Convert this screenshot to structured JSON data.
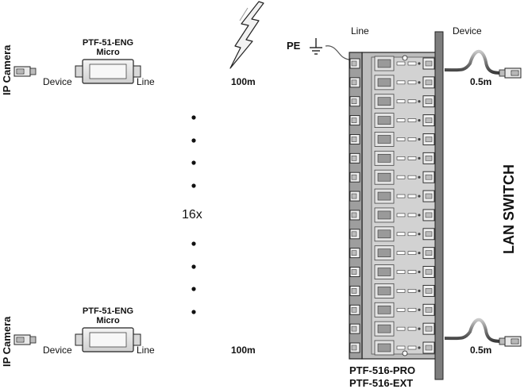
{
  "cameras": [
    {
      "label": "IP Camera",
      "device_label": "Device",
      "line_label": "Line",
      "converter_title": "PTF-51-ENG",
      "converter_subtitle": "Micro",
      "distance": "100m"
    },
    {
      "label": "IP Camera",
      "device_label": "Device",
      "line_label": "Line",
      "converter_title": "PTF-51-ENG",
      "converter_subtitle": "Micro",
      "distance": "100m"
    }
  ],
  "multiplier": "16x",
  "pe_label": "PE",
  "panel": {
    "line_label": "Line",
    "device_label": "Device",
    "model_1": "PTF-516-PRO",
    "model_2": "PTF-516-EXT"
  },
  "patch": {
    "top_length": "0.5m",
    "bottom_length": "0.5m"
  },
  "switch_label": "LAN SWITCH",
  "icons": [
    "lightning-icon",
    "ground-icon",
    "rj45-plug-icon"
  ]
}
